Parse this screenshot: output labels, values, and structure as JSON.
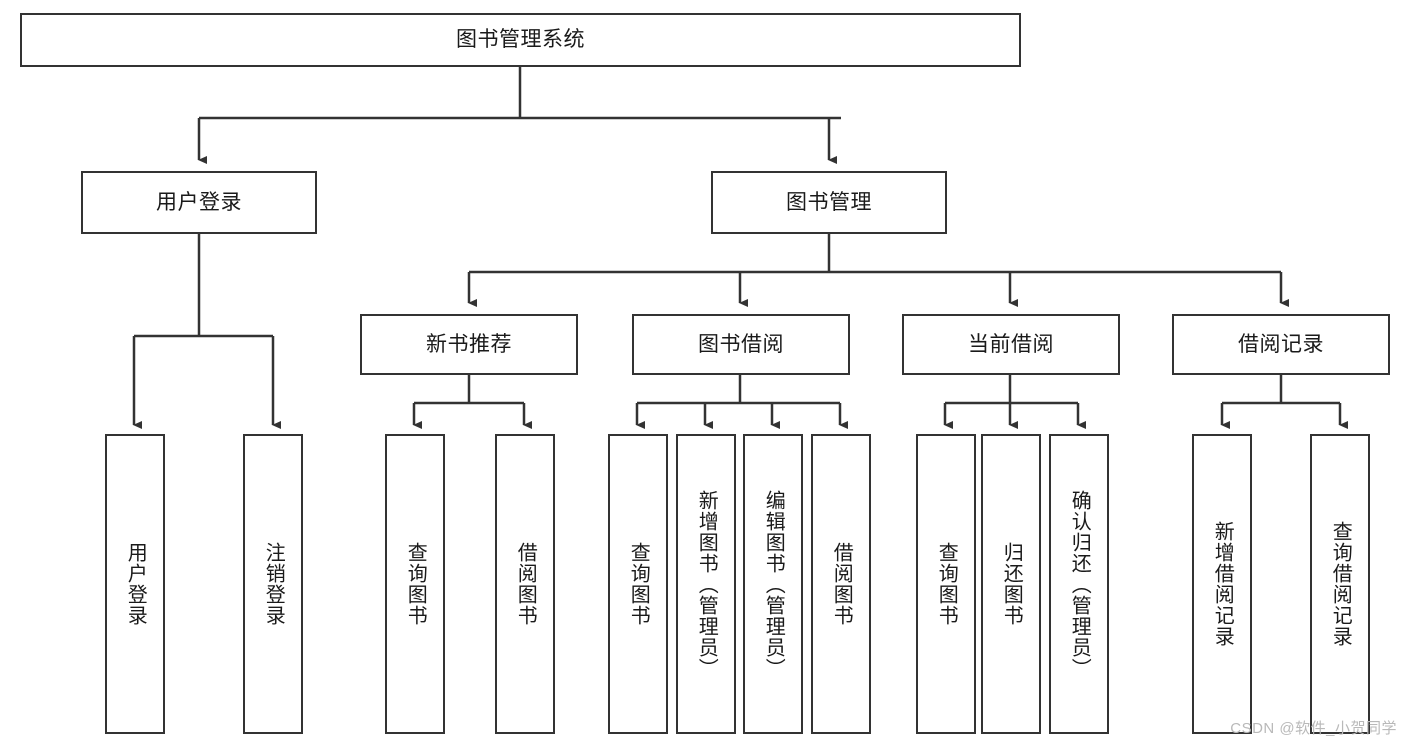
{
  "diagram": {
    "type": "tree-hierarchy",
    "title": "图书管理系统",
    "orientation": "top-down",
    "watermark": "CSDN @软件_小贺同学",
    "colors": {
      "box_border": "#333333",
      "box_fill": "#ffffff",
      "connector": "#333333",
      "text": "#1a1a1a",
      "watermark": "#b9b9b9"
    },
    "levels": {
      "root": {
        "label": "图书管理系统"
      },
      "level2": [
        {
          "label": "用户登录"
        },
        {
          "label": "图书管理"
        }
      ],
      "level3": [
        {
          "label": "新书推荐"
        },
        {
          "label": "图书借阅"
        },
        {
          "label": "当前借阅"
        },
        {
          "label": "借阅记录"
        }
      ],
      "leaves_user_login": [
        {
          "label": "用户登录"
        },
        {
          "label": "注销登录"
        }
      ],
      "leaves_new_book": [
        {
          "label": "查询图书"
        },
        {
          "label": "借阅图书"
        }
      ],
      "leaves_borrow": [
        {
          "label": "查询图书"
        },
        {
          "label": "新增图书（管理员）"
        },
        {
          "label": "编辑图书（管理员）"
        },
        {
          "label": "借阅图书"
        }
      ],
      "leaves_current": [
        {
          "label": "查询图书"
        },
        {
          "label": "归还图书"
        },
        {
          "label": "确认归还（管理员）"
        }
      ],
      "leaves_record": [
        {
          "label": "新增借阅记录"
        },
        {
          "label": "查询借阅记录"
        }
      ]
    }
  }
}
